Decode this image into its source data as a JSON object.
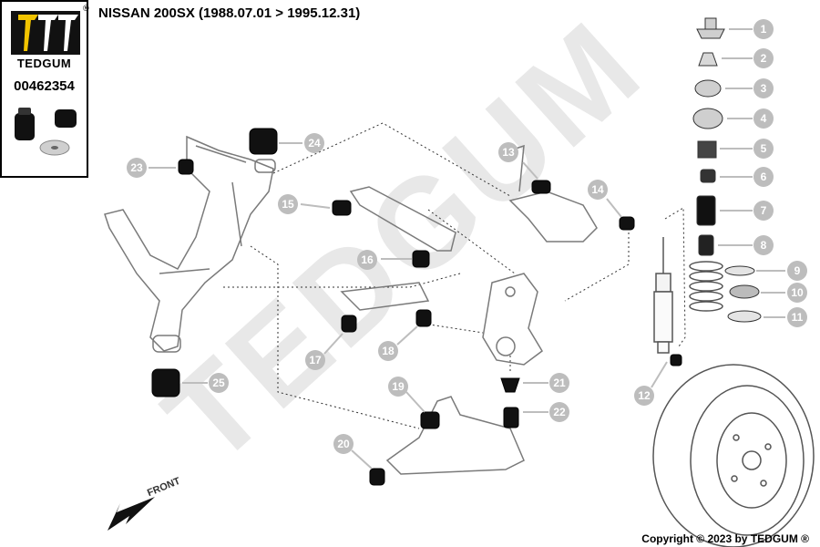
{
  "brand": "TEDGUM",
  "part_number": "00462354",
  "title": "NISSAN 200SX (1988.07.01 > 1995.12.31)",
  "copyright": "Copyright © 2023 by TEDGUM ®",
  "watermark": "TEDGUM",
  "front_label": "FRONT",
  "registered_mark": "®",
  "colors": {
    "callout": "#bdbdbd",
    "bushing": "#111111",
    "outline": "#7a7a7a"
  },
  "callouts": [
    "1",
    "2",
    "3",
    "4",
    "5",
    "6",
    "7",
    "8",
    "9",
    "10",
    "11",
    "12",
    "13",
    "14",
    "15",
    "16",
    "17",
    "18",
    "19",
    "20",
    "21",
    "22",
    "23",
    "24",
    "25"
  ]
}
